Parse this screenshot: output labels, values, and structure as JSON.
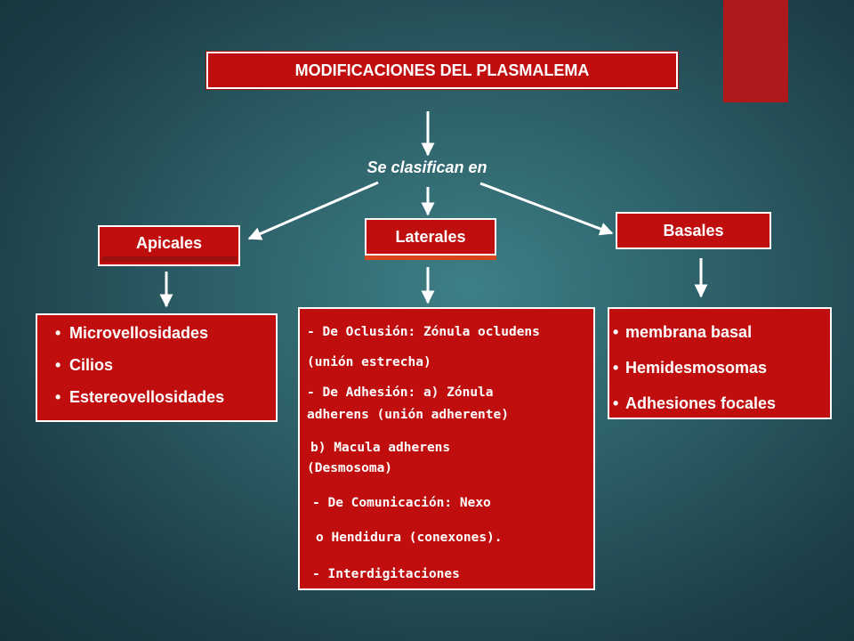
{
  "diagram": {
    "title": "MODIFICACIONES DEL PLASMALEMA",
    "subtitle": "Se clasifican en",
    "categories": {
      "apicales": "Apicales",
      "laterales": "Laterales",
      "basales": "Basales"
    },
    "apicales_items": [
      "Microvellosidades",
      "Cilios",
      "Estereovellosidades"
    ],
    "laterales_lines": [
      "- De Oclusión: Zónula ocludens",
      "(unión estrecha)",
      "- De Adhesión: a) Zónula",
      "adherens (unión adherente)",
      "b) Macula adherens",
      "(Desmosoma)",
      "- De Comunicación: Nexo",
      "o  Hendidura (conexones).",
      "-  Interdigitaciones"
    ],
    "basales_items": [
      "membrana basal",
      "Hemidesmosomas",
      "Adhesiones focales"
    ],
    "colors": {
      "box_fill": "#c00d0d",
      "box_border": "#ffffff",
      "background": "#2c5e66",
      "deco_tab": "#b0191c"
    }
  }
}
